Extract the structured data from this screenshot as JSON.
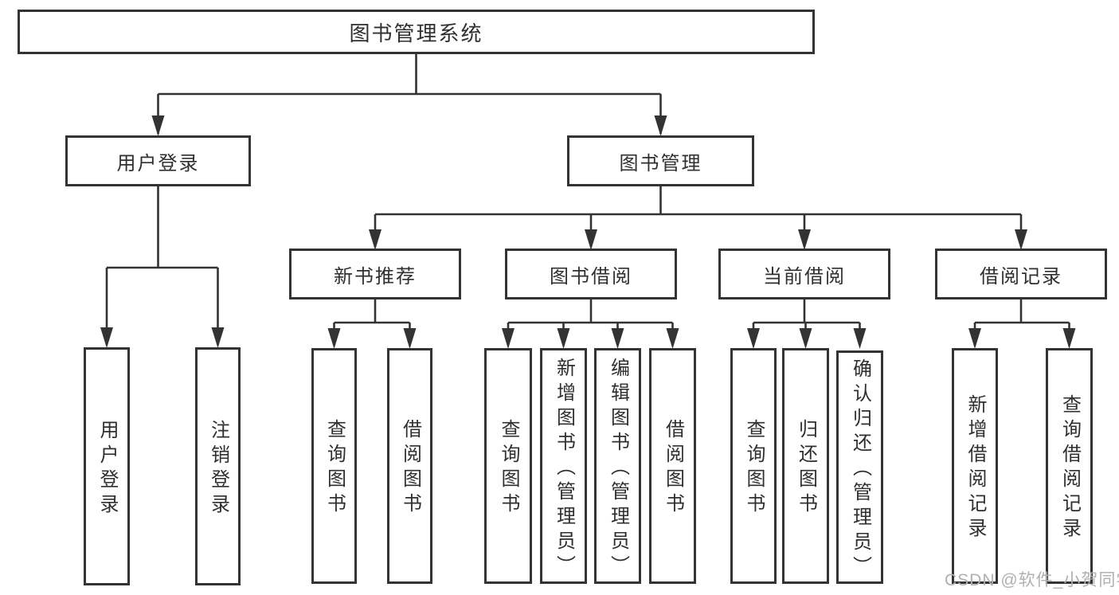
{
  "diagram": {
    "type": "hierarchy-tree",
    "root": {
      "label": "图书管理系统",
      "children": [
        {
          "label": "用户登录",
          "children": [
            {
              "label": "用户登录"
            },
            {
              "label": "注销登录"
            }
          ]
        },
        {
          "label": "图书管理",
          "children": [
            {
              "label": "新书推荐",
              "children": [
                {
                  "label": "查询图书"
                },
                {
                  "label": "借阅图书"
                }
              ]
            },
            {
              "label": "图书借阅",
              "children": [
                {
                  "label": "查询图书"
                },
                {
                  "label": "新增图书（管理员）"
                },
                {
                  "label": "编辑图书（管理员）"
                },
                {
                  "label": "借阅图书"
                }
              ]
            },
            {
              "label": "当前借阅",
              "children": [
                {
                  "label": "查询图书"
                },
                {
                  "label": "归还图书"
                },
                {
                  "label": "确认归还（管理员）"
                }
              ]
            },
            {
              "label": "借阅记录",
              "children": [
                {
                  "label": "新增借阅记录"
                },
                {
                  "label": "查询借阅记录"
                }
              ]
            }
          ]
        }
      ]
    },
    "watermark": "CSDN @软件_小贺同学",
    "colors": {
      "line": "#333333",
      "box_border": "#333333",
      "box_background": "#ffffff",
      "text": "#2f2f2f",
      "watermark": "#b0b0b0"
    }
  }
}
